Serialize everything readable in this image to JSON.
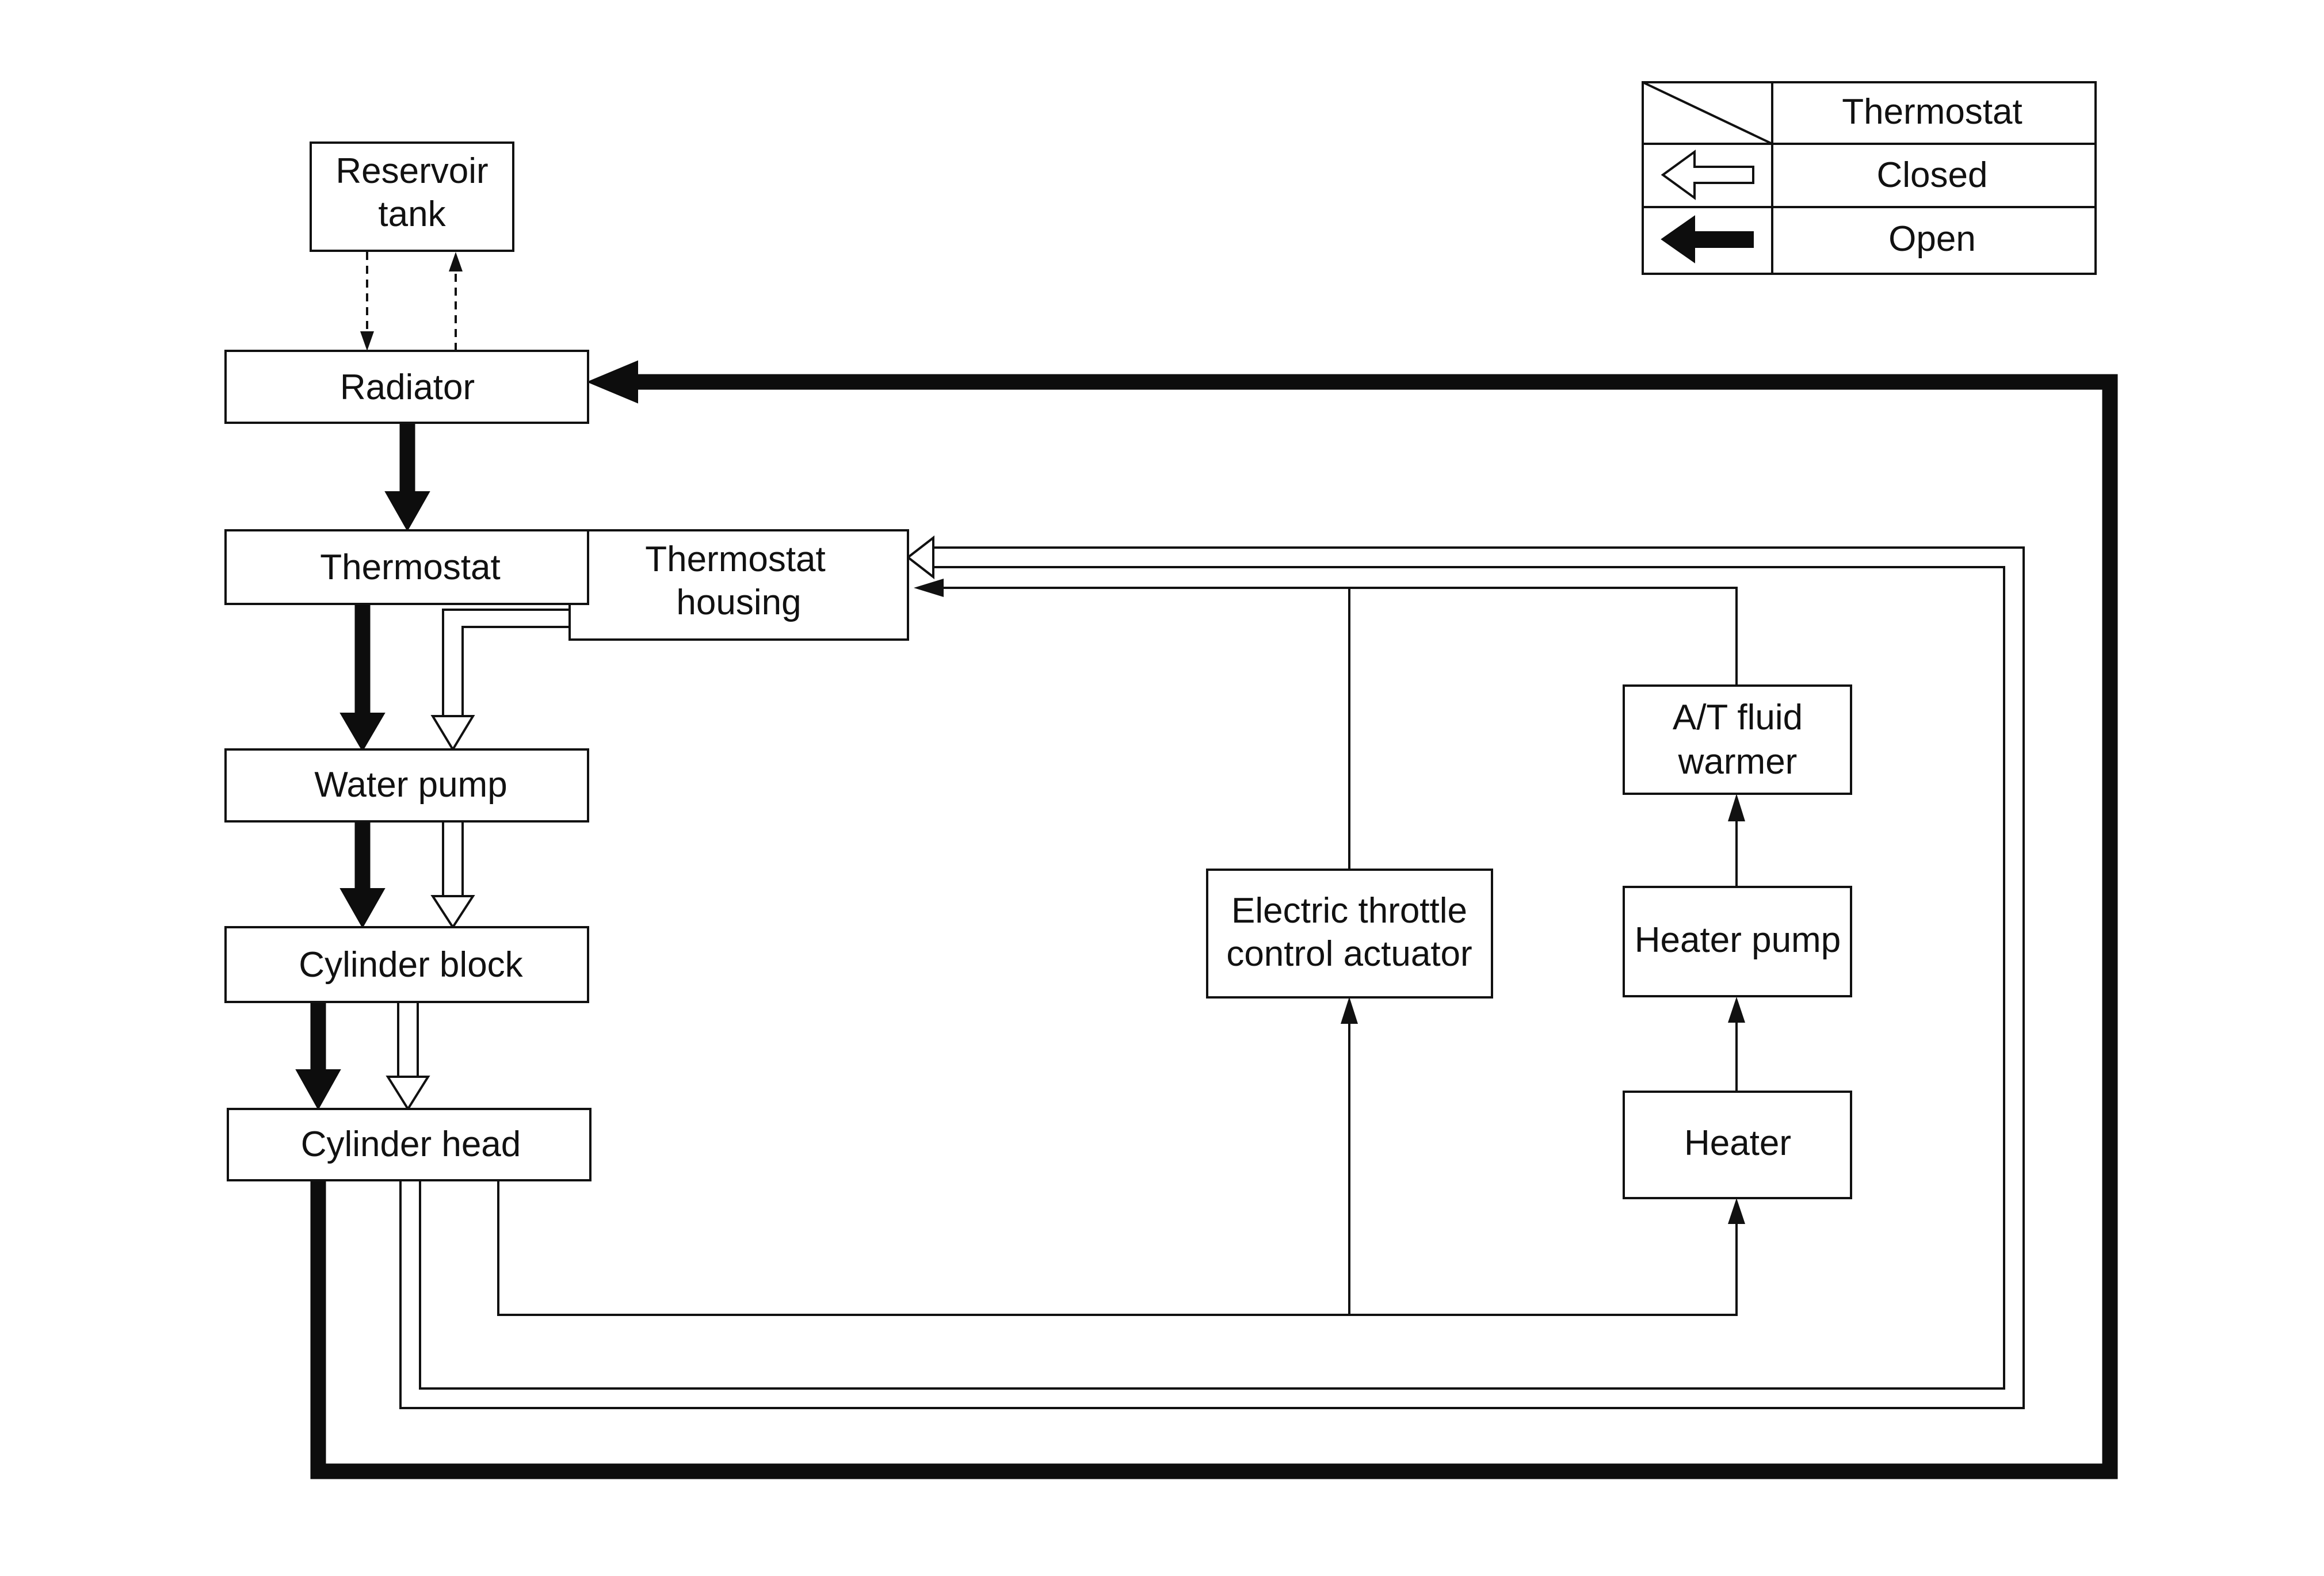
{
  "legend": {
    "header": "Thermostat",
    "rows": [
      {
        "label": "Closed",
        "arrow": "hollow-arrow-icon"
      },
      {
        "label": "Open",
        "arrow": "solid-arrow-icon"
      }
    ]
  },
  "components": {
    "reservoir_tank": [
      "Reservoir",
      "tank"
    ],
    "radiator": "Radiator",
    "thermostat": "Thermostat",
    "thermostat_housing": [
      "Thermostat",
      "housing"
    ],
    "water_pump": "Water pump",
    "cylinder_block": "Cylinder block",
    "cylinder_head": "Cylinder head",
    "throttle_actuator": [
      "Electric throttle",
      "control actuator"
    ],
    "at_fluid_warmer": [
      "A/T fluid",
      "warmer"
    ],
    "heater_pump": "Heater pump",
    "heater": "Heater"
  },
  "colors": {
    "line": "#111111",
    "background": "#ffffff"
  }
}
